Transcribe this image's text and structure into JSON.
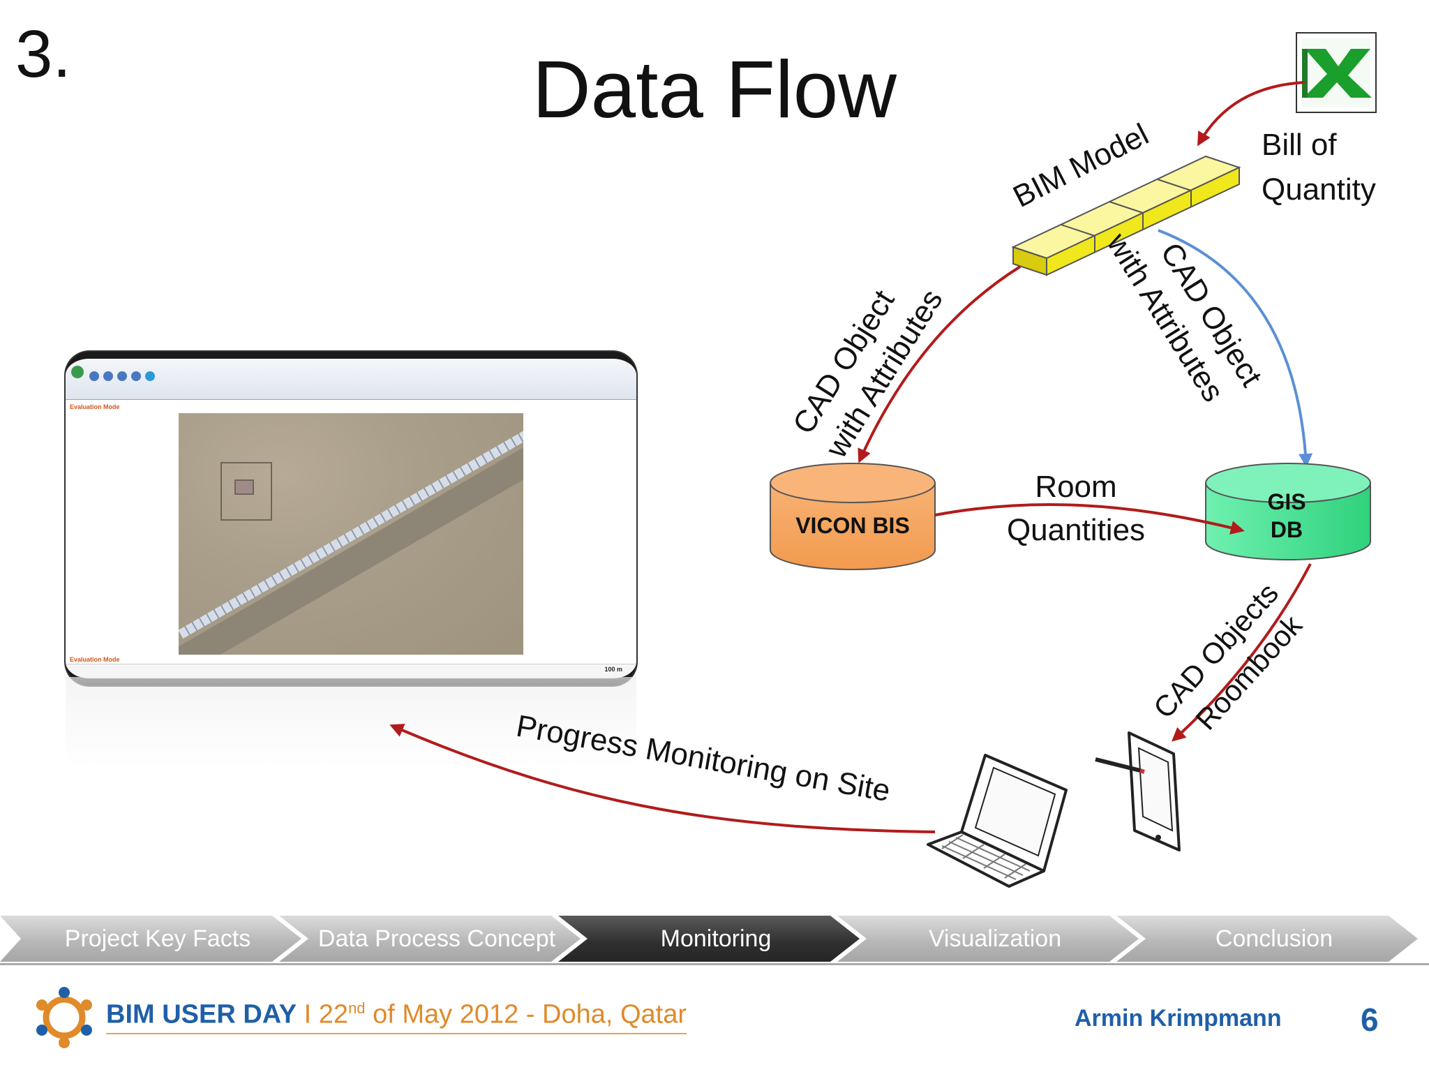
{
  "slide": {
    "section_number": "3.",
    "title": "Data Flow"
  },
  "diagram": {
    "bim_model_label": "BIM Model",
    "bill_of_quantity_line1": "Bill of",
    "bill_of_quantity_line2": "Quantity",
    "excel_icon": "excel-icon",
    "left_arrow_label_line1": "CAD Object",
    "left_arrow_label_line2": "with Attributes",
    "right_arrow_label_line1": "CAD Object",
    "right_arrow_label_line2": "with Attributes",
    "vicon_db_label": "VICON BIS",
    "gis_db_label_line1": "GIS",
    "gis_db_label_line2": "DB",
    "room_label_line1": "Room",
    "room_label_line2": "Quantities",
    "cad_objects_label_line1": "CAD Objects",
    "cad_objects_label_line2": "Roombook",
    "progress_label": "Progress Monitoring on Site",
    "colors": {
      "arrow_red": "#b21b1b",
      "arrow_blue": "#5b8fd6",
      "vicon_fill": "#f5a35e",
      "gis_fill": "#3fe08e",
      "bim_yellow": "#f0e81c"
    }
  },
  "screenshot": {
    "mode_label_top": "Evaluation Mode",
    "mode_label_bottom": "Evaluation Mode",
    "scale_text": "100 m"
  },
  "nav": {
    "items": [
      {
        "label": "Project Key Facts",
        "active": false
      },
      {
        "label": "Data Process Concept",
        "active": false
      },
      {
        "label": "Monitoring",
        "active": true
      },
      {
        "label": "Visualization",
        "active": false
      },
      {
        "label": "Conclusion",
        "active": false
      }
    ]
  },
  "footer": {
    "event_name": "BIM USER DAY",
    "separator": "I",
    "date_day": "22",
    "date_suffix": "nd",
    "date_rest": " of May 2012 - Doha, Qatar",
    "author": "Armin Krimpmann",
    "page_number": "6",
    "brand_blue": "#1f5fa8",
    "brand_orange": "#e08a2a"
  }
}
